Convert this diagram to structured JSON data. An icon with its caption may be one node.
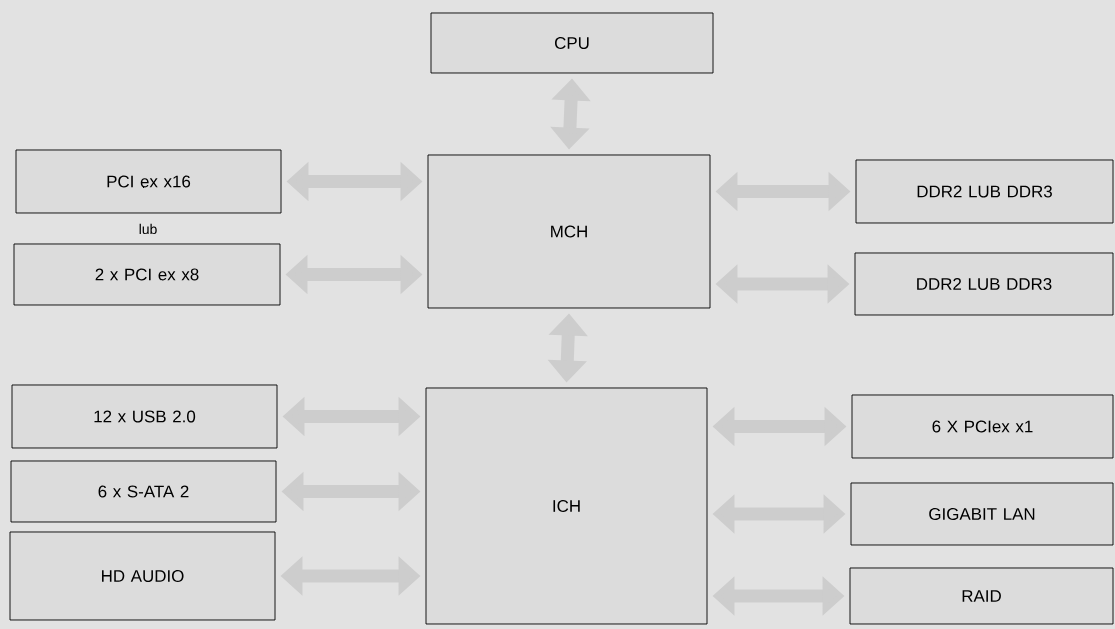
{
  "diagram": {
    "nodes": [
      {
        "text": [
          "CPU"
        ]
      },
      {
        "text": [
          "MCH"
        ]
      },
      {
        "text": [
          "PCI ex x16"
        ]
      },
      {
        "text": [
          "2 x PCI ex x8"
        ]
      },
      {
        "text": [
          "DDR2 LUB DDR3"
        ]
      },
      {
        "text": [
          "DDR2 LUB DDR3"
        ]
      },
      {
        "text": [
          "ICH"
        ]
      },
      {
        "text": [
          "12 x USB 2.0"
        ]
      },
      {
        "text": [
          "6 x S-ATA 2"
        ]
      },
      {
        "text": [
          "HD AUDIO"
        ]
      },
      {
        "text": [
          "6 X PCIex x1"
        ]
      },
      {
        "text": [
          "GIGABIT LAN"
        ]
      },
      {
        "text": [
          "RAID"
        ]
      }
    ],
    "edges": [
      {
        "from": 0,
        "to": 1,
        "arrow": "both"
      },
      {
        "from": 2,
        "to": 1,
        "arrow": "both"
      },
      {
        "from": 3,
        "to": 1,
        "arrow": "both"
      },
      {
        "from": 1,
        "to": 4,
        "arrow": "both"
      },
      {
        "from": 1,
        "to": 5,
        "arrow": "both"
      },
      {
        "from": 1,
        "to": 6,
        "arrow": "both"
      },
      {
        "from": 7,
        "to": 6,
        "arrow": "both"
      },
      {
        "from": 8,
        "to": 6,
        "arrow": "both"
      },
      {
        "from": 9,
        "to": 6,
        "arrow": "both"
      },
      {
        "from": 6,
        "to": 10,
        "arrow": "both"
      },
      {
        "from": 6,
        "to": 11,
        "arrow": "both"
      },
      {
        "from": 6,
        "to": 12,
        "arrow": "both"
      }
    ],
    "labels": [
      "lub"
    ]
  }
}
